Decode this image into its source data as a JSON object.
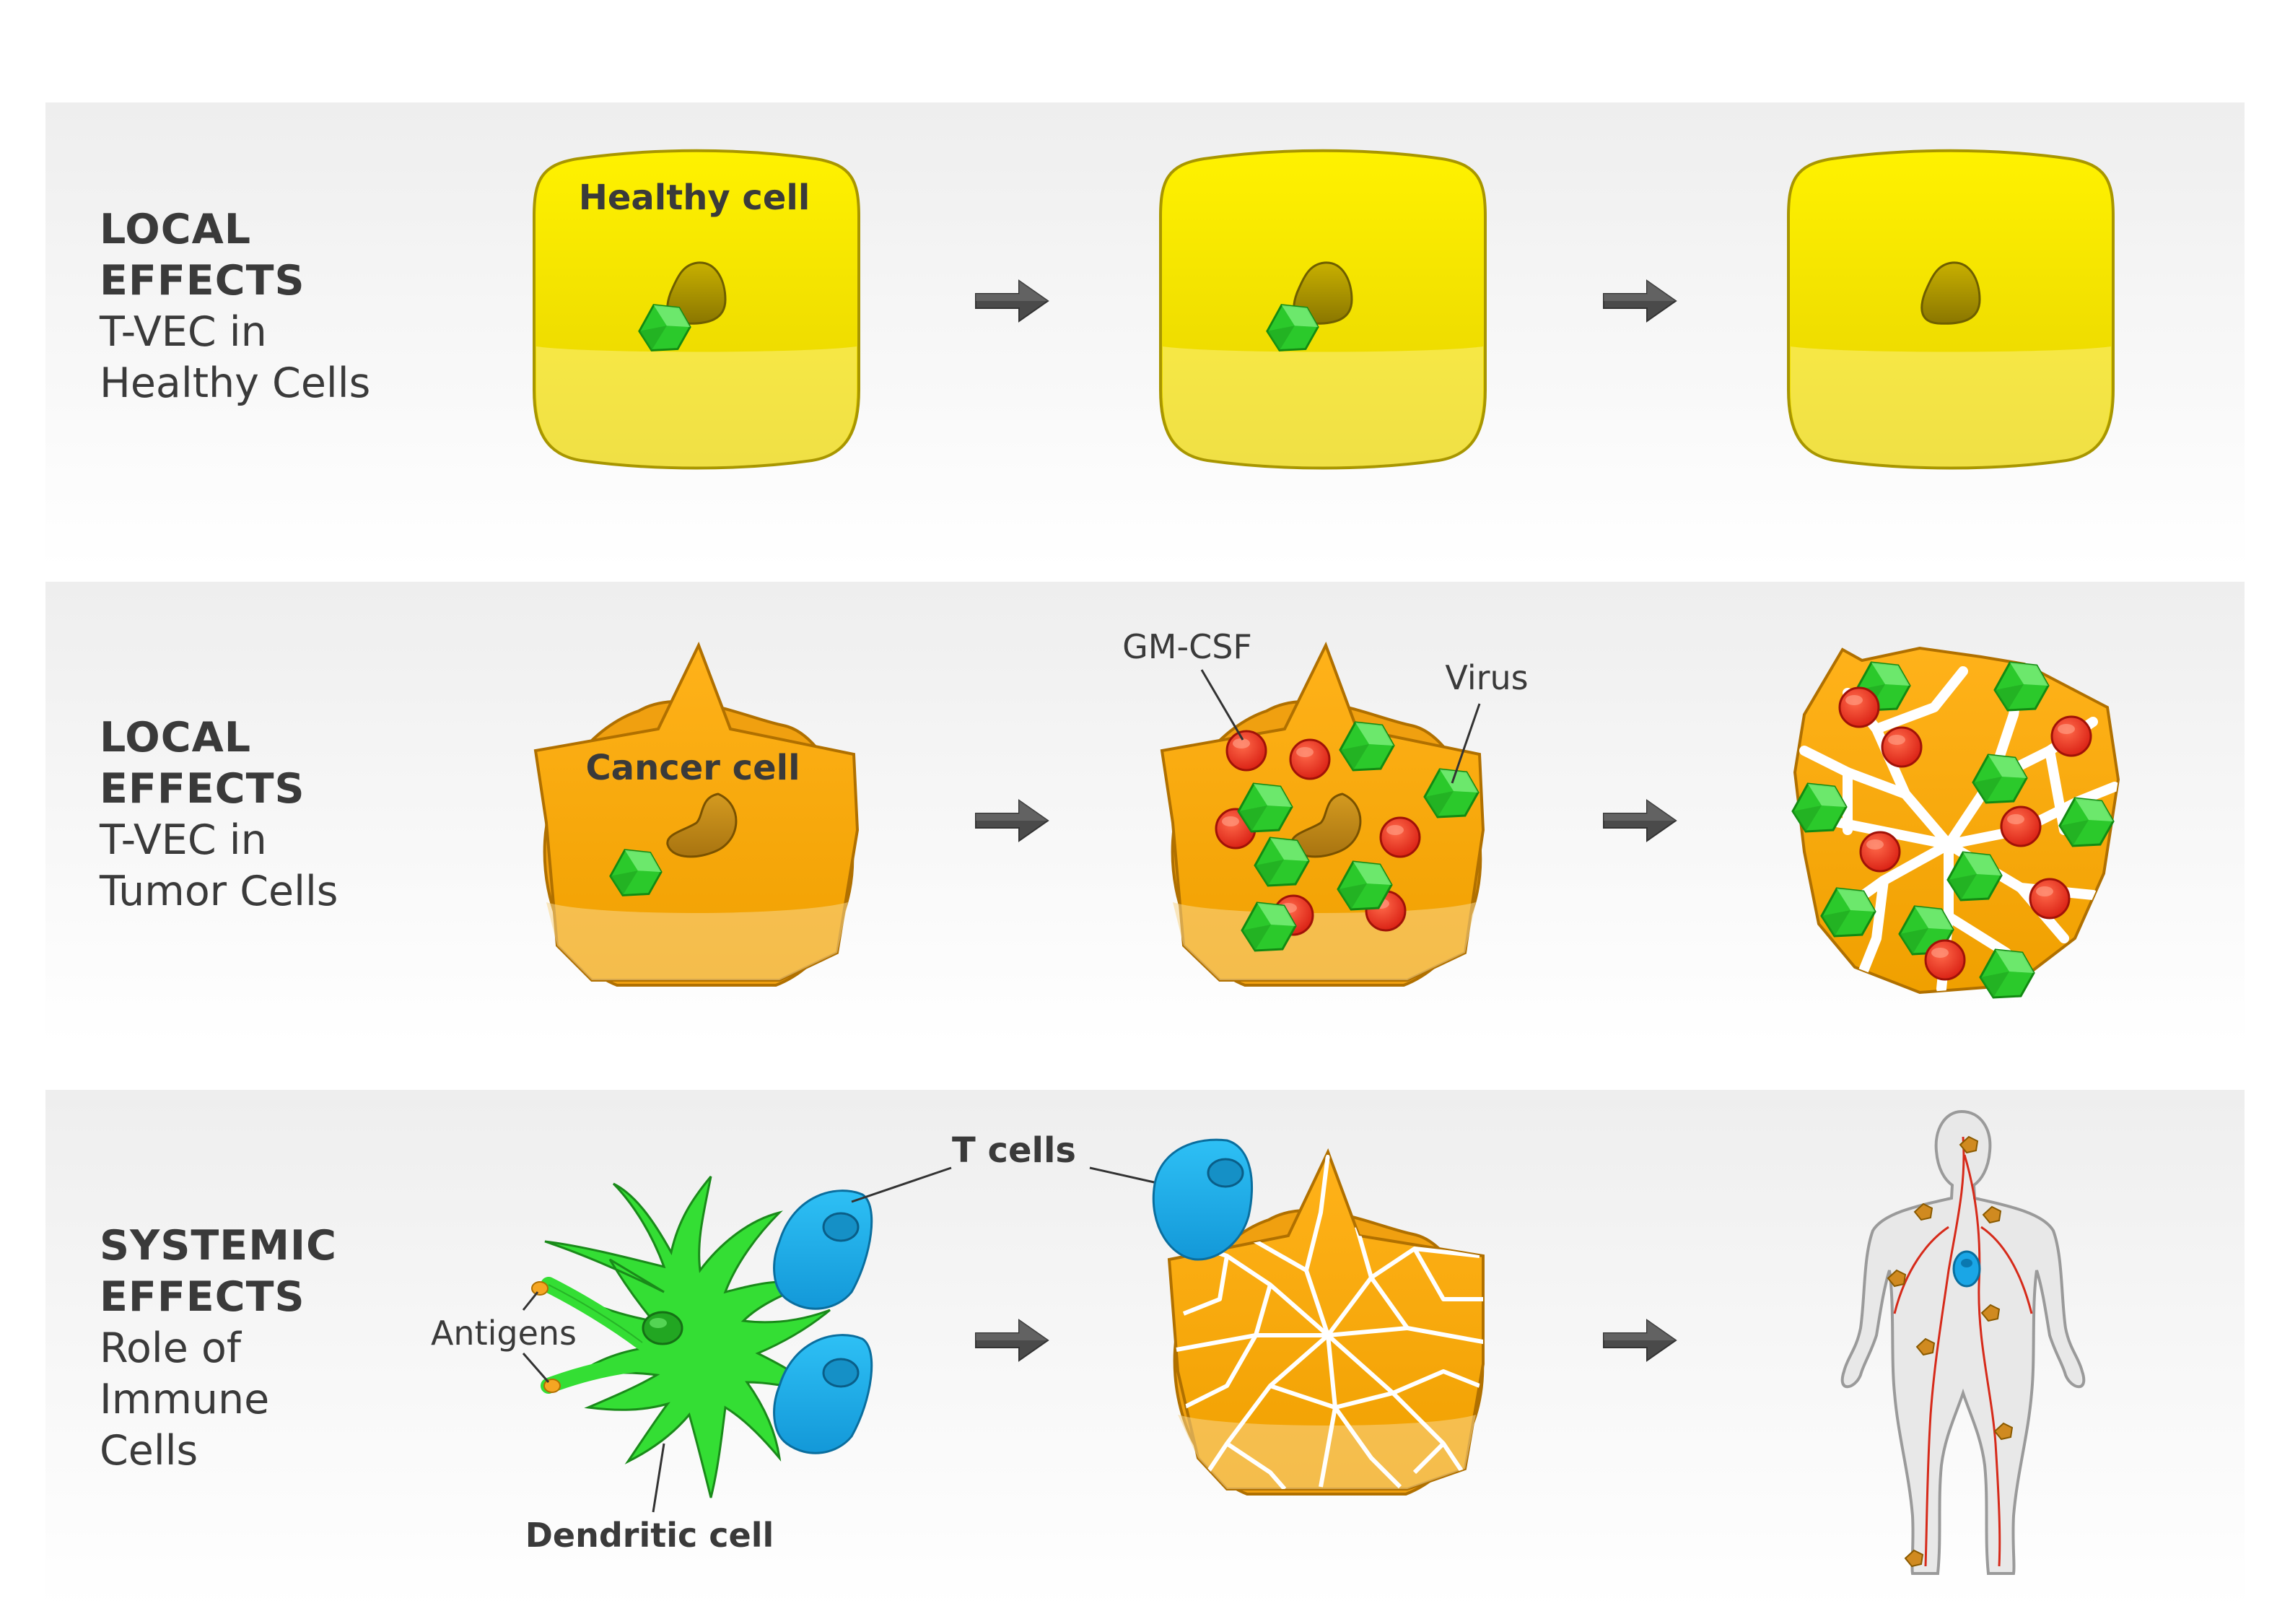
{
  "rows": [
    {
      "heading_line1": "LOCAL",
      "heading_line2": "EFFECTS",
      "sub_line1": "T-VEC in",
      "sub_line2": "Healthy Cells"
    },
    {
      "heading_line1": "LOCAL",
      "heading_line2": "EFFECTS",
      "sub_line1": "T-VEC in",
      "sub_line2": "Tumor Cells"
    },
    {
      "heading_line1": "SYSTEMIC",
      "heading_line2": "EFFECTS",
      "sub_line1": "Role of",
      "sub_line2": "Immune",
      "sub_line3": "Cells"
    }
  ],
  "labels": {
    "healthy_cell": "Healthy cell",
    "cancer_cell": "Cancer cell",
    "gm_csf": "GM-CSF",
    "virus": "Virus",
    "t_cells": "T cells",
    "antigens": "Antigens",
    "dendritic_cell": "Dendritic cell"
  },
  "colors": {
    "healthy_cell": "#f5e600",
    "cancer_cell": "#f5a623",
    "virus": "#2ecc2e",
    "gm_csf": "#e8231a",
    "t_cell": "#1aa6e6",
    "dendritic_cell": "#38e038",
    "arrow": "#4a4a4a"
  },
  "icons": [
    "right-arrow-icon",
    "right-arrow-icon",
    "right-arrow-icon",
    "right-arrow-icon",
    "right-arrow-icon",
    "right-arrow-icon",
    "human-body-icon"
  ]
}
